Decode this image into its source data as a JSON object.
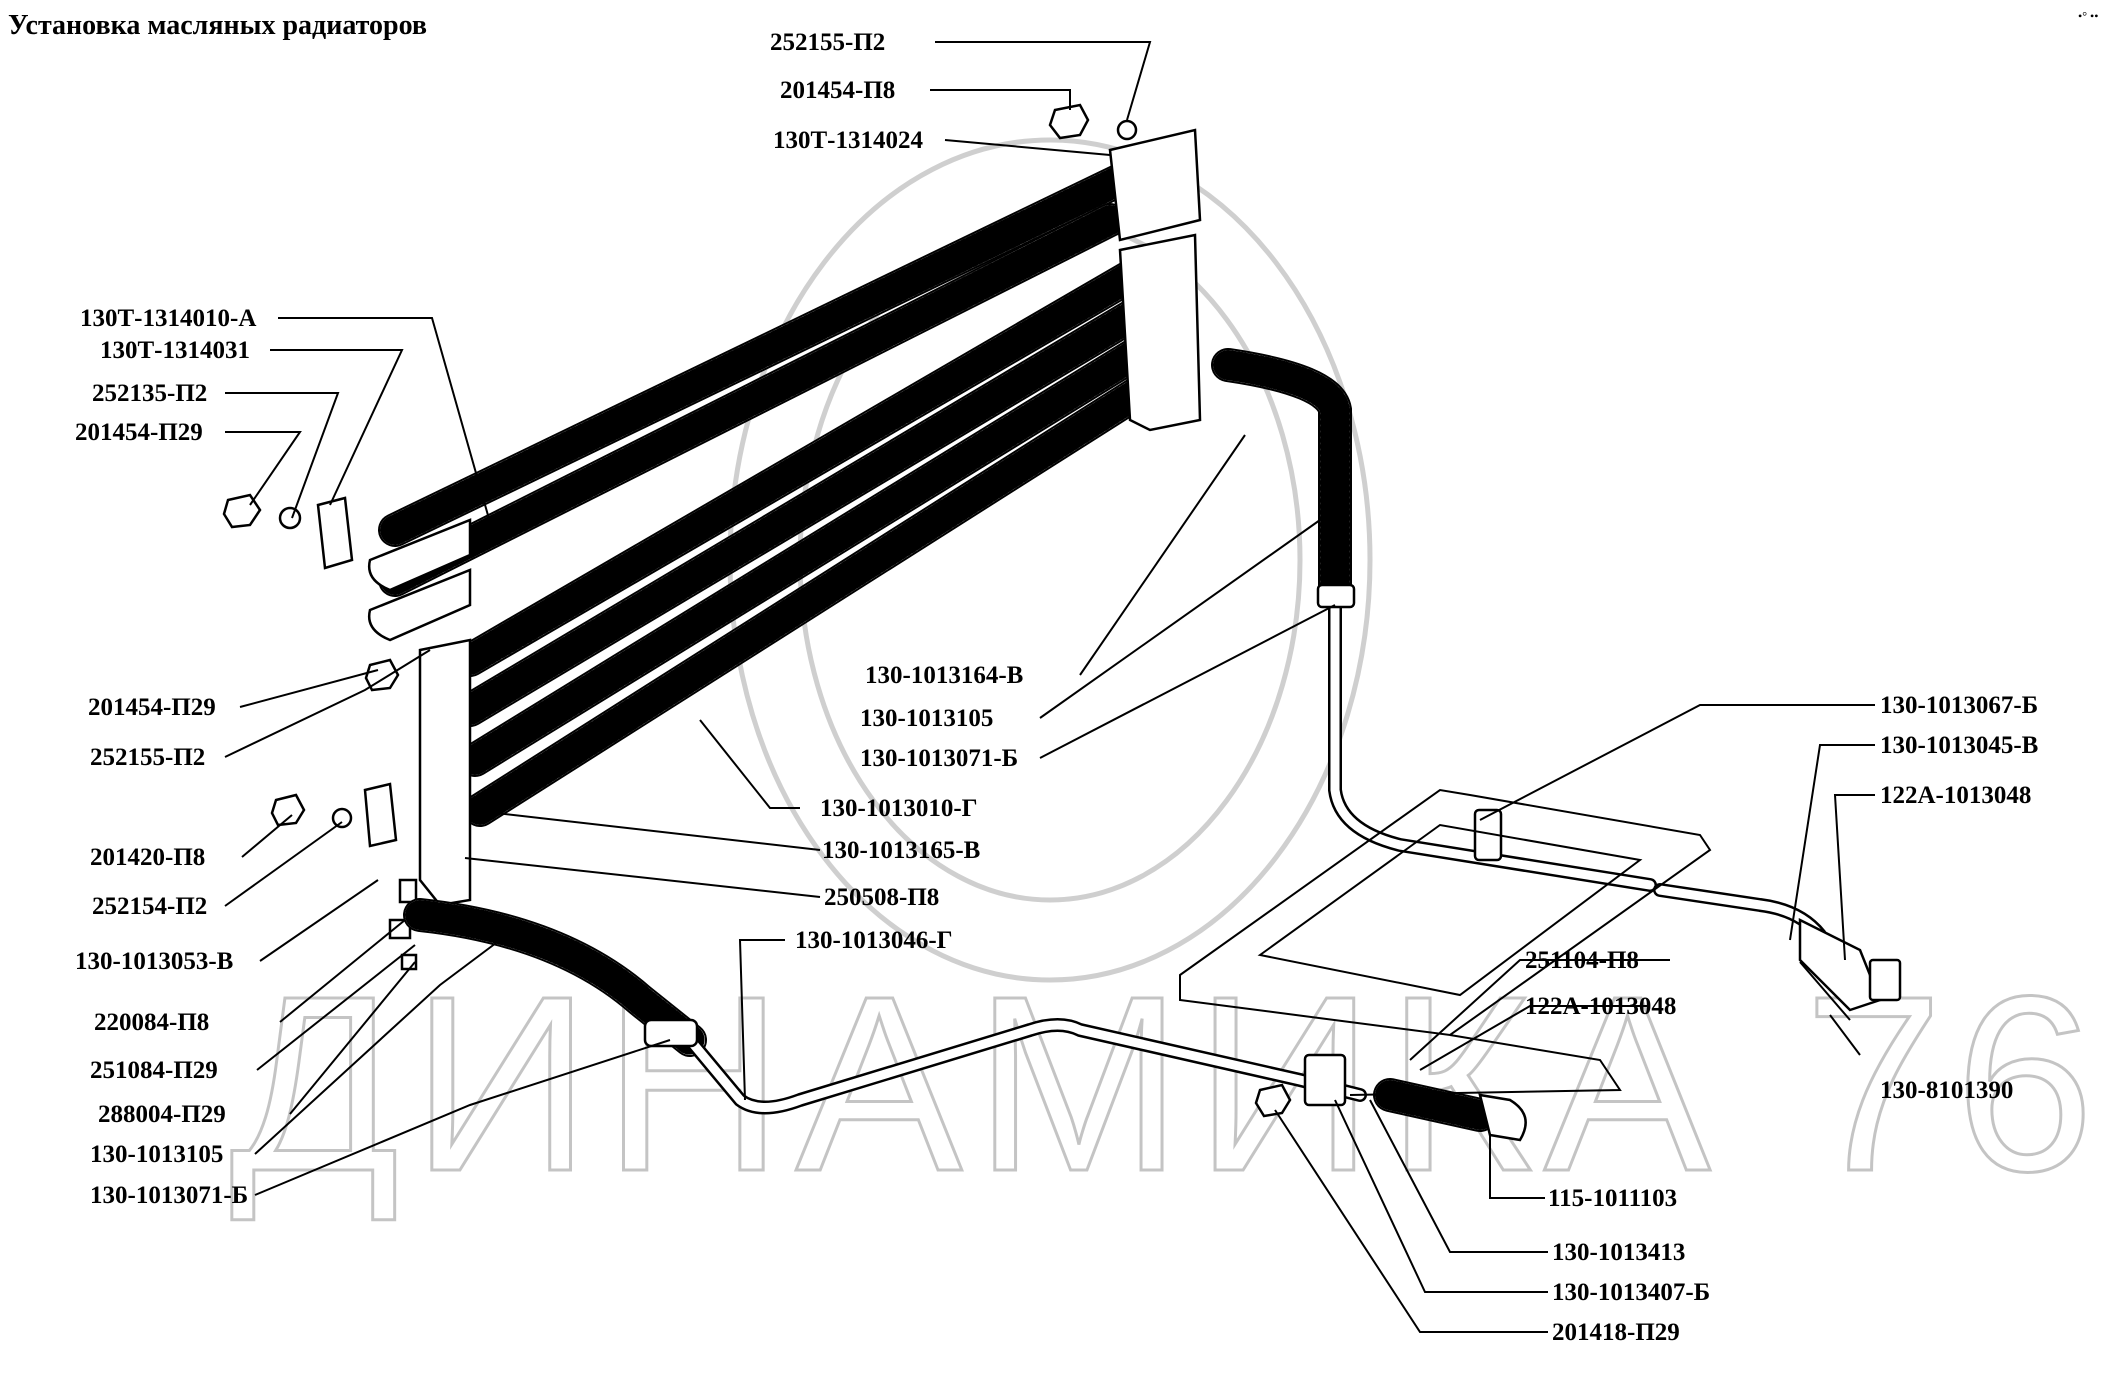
{
  "title": "Установка масляных радиаторов",
  "watermark": "ДИНАМИКА 76",
  "corner_mark": "•° ••",
  "labels": [
    "252155-П2",
    "201454-П8",
    "130Т-1314024",
    "130Т-1314010-А",
    "130Т-1314031",
    "252135-П2",
    "201454-П29",
    "201454-П29",
    "252155-П2",
    "201420-П8",
    "252154-П2",
    "130-1013053-В",
    "220084-П8",
    "251084-П29",
    "288004-П29",
    "130-1013105",
    "130-1013071-Б",
    "130-1013164-В",
    "130-1013105",
    "130-1013071-Б",
    "130-1013010-Г",
    "130-1013165-В",
    "250508-П8",
    "130-1013046-Г",
    "130-1013067-Б",
    "130-1013045-В",
    "122А-1013048",
    "251104-П8",
    "122А-1013048",
    "130-8101390",
    "115-1011103",
    "130-1013413",
    "130-1013407-Б",
    "201418-П29"
  ]
}
